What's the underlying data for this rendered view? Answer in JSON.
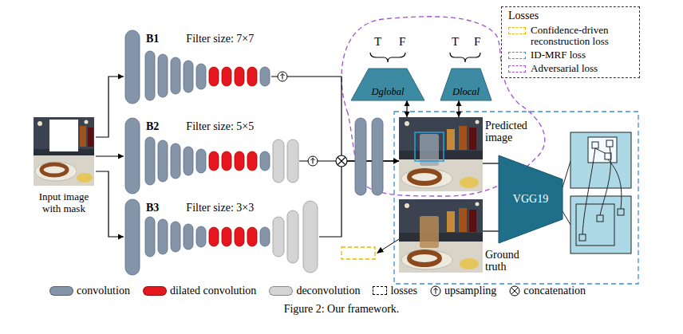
{
  "diagram": {
    "caption": "Figure 2: Our framework.",
    "nodes": [
      {
        "text": [
          "Input image with mask"
        ]
      },
      {
        "text": [
          "B1",
          "Filter size: 7×7"
        ]
      },
      {
        "text": [
          "B2",
          "Filter size: 5×5"
        ]
      },
      {
        "text": [
          "B3",
          "Filter size: 3×3"
        ]
      },
      {
        "text": [
          "Dglobal"
        ]
      },
      {
        "text": [
          "Dlocal"
        ]
      },
      {
        "text": [
          "Predicted image"
        ]
      },
      {
        "text": [
          "Ground truth"
        ]
      },
      {
        "text": [
          "VGG19"
        ]
      }
    ],
    "edges": [
      {
        "from": 0,
        "to": 1,
        "arrow": "to"
      },
      {
        "from": 0,
        "to": 2,
        "arrow": "to"
      },
      {
        "from": 0,
        "to": 3,
        "arrow": "to"
      },
      {
        "from": 1,
        "to": 6,
        "arrow": "to"
      },
      {
        "from": 2,
        "to": 6,
        "arrow": "to"
      },
      {
        "from": 3,
        "to": 6,
        "arrow": "to"
      },
      {
        "from": 6,
        "to": 4,
        "arrow": "both"
      },
      {
        "from": 6,
        "to": 5,
        "arrow": "both"
      },
      {
        "from": 6,
        "to": 8,
        "arrow": "none"
      },
      {
        "from": 7,
        "to": 8,
        "arrow": "none"
      }
    ],
    "labels": [
      "T",
      "F",
      "T",
      "F",
      "Losses"
    ],
    "legend": [
      {
        "text": "Confidence-driven reconstruction loss"
      },
      {
        "text": "ID-MRF loss"
      },
      {
        "text": "Adversarial loss"
      },
      {
        "text": "convolution",
        "color": "#8494a9"
      },
      {
        "text": "dilated convolution",
        "color": "#e5161d"
      },
      {
        "text": "deconvolution",
        "color": "#d4d4d4"
      },
      {
        "text": "losses"
      },
      {
        "text": "upsampling"
      },
      {
        "text": "concatenation"
      }
    ]
  }
}
